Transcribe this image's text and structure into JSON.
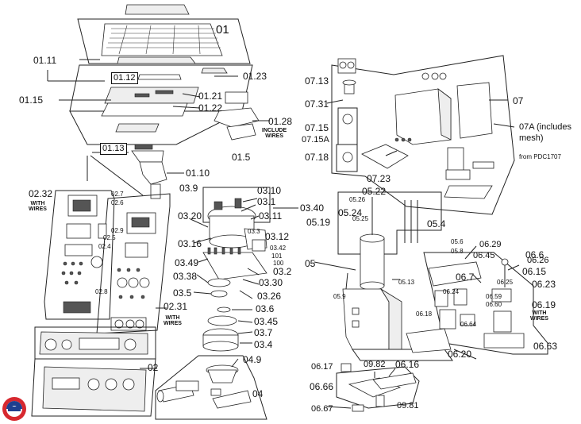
{
  "labels": {
    "l01": "01",
    "l0111": "01.11",
    "l0112": "01.12",
    "l0123": "01.23",
    "l0115": "01.15",
    "l0121": "01.21",
    "l0122": "01.22",
    "l0128": "01.28",
    "l0128note": "INCLUDE\nWIRES",
    "l015": "01.5",
    "l0113": "01.13",
    "l0110": "01.10",
    "l0232": "02.32",
    "l0232note": "WITH\nWIRES",
    "l027": "02.7",
    "l026": "02.6",
    "l029": "02.9",
    "l025": "02.5",
    "l024": "02.4",
    "l028": "02.8",
    "l0231": "02.31",
    "l0231note": "WITH\nWIRES",
    "l02": "02",
    "l039": "03.9",
    "l0310": "03.10",
    "l031": "03.1",
    "l0340": "03.40",
    "l0320": "03.20",
    "l0311": "03.11",
    "l033": "03.3",
    "l0316": "03.16",
    "l0312": "03.12",
    "l0342": "03.42",
    "l101": "101",
    "l100": "100",
    "l0349": "03.49",
    "l032": "03.2",
    "l0338": "03.38",
    "l0330": "03.30",
    "l035": "03.5",
    "l0326": "03.26",
    "l036": "03.6",
    "l0345": "03.45",
    "l037": "03.7",
    "l034": "03.4",
    "l049": "04.9",
    "l04": "04",
    "l0713": "07.13",
    "l0731": "07.31",
    "l0715": "07.15",
    "l0715a": "07.15A",
    "l0718": "07.18",
    "l0723": "07.23",
    "l07": "07",
    "l07a": "07A (includes\nmesh)",
    "lfrom": "from PDC1707",
    "l0522": "05.22",
    "l0526": "05.26",
    "l0524": "05.24",
    "l0525": "05.25",
    "l0519": "05.19",
    "l054": "05.4",
    "l056": "05.6",
    "l058": "05.8",
    "l05": "05",
    "l0513": "05.13",
    "l059": "05.9",
    "l0629": "06.29",
    "l0645": "06.45",
    "l066": "06.6",
    "l0626": "06.26",
    "l067": "06.7",
    "l0615": "06.15",
    "l0625": "06.25",
    "l0623": "06.23",
    "l0624": "06.24",
    "l0659": "06.59",
    "l0660": "06.60",
    "l0618": "06.18",
    "l0664": "06.64",
    "l0619": "06.19",
    "l0619note": "WITH\nWIRES",
    "l0663": "06.63",
    "l0620": "06.20",
    "l0617": "06.17",
    "l0982": "09.82",
    "l0616": "06.16",
    "l0666": "06.66",
    "l0981": "09.81",
    "l0667": "06.67"
  },
  "colors": {
    "line": "#222222",
    "logo_red": "#d7282f",
    "logo_blue": "#1f3f8f"
  },
  "icons": {
    "logo": "brand-logo-icon"
  }
}
